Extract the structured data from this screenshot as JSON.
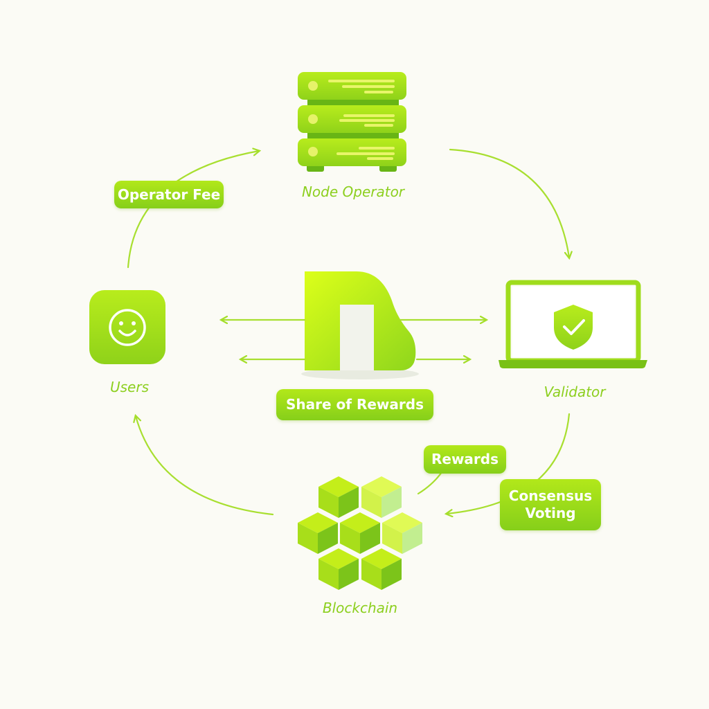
{
  "nodes": {
    "node_operator": "Node Operator",
    "validator": "Validator",
    "users": "Users",
    "blockchain": "Blockchain"
  },
  "labels": {
    "operator_fee": "Operator Fee",
    "share_of_rewards": "Share of Rewards",
    "rewards": "Rewards",
    "consensus_voting": "Consensus Voting"
  },
  "colors": {
    "primary": "#9bdc1a",
    "light": "#d6f53a",
    "dark": "#6cb814",
    "background": "#fbfbf5"
  }
}
